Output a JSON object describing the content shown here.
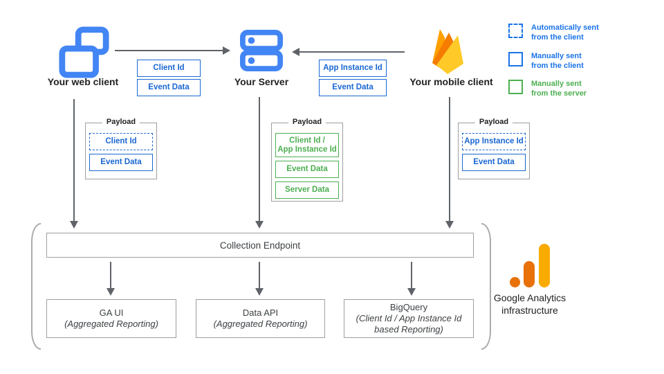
{
  "diagram": {
    "clients": {
      "web": {
        "label": "Your web client"
      },
      "server": {
        "label": "Your Server"
      },
      "mobile": {
        "label": "Your mobile client"
      }
    },
    "flows": {
      "web_to_server": {
        "tags": [
          {
            "label": "Client Id",
            "style": "solid-blue"
          },
          {
            "label": "Event Data",
            "style": "solid-blue"
          }
        ]
      },
      "mobile_to_server": {
        "tags": [
          {
            "label": "App Instance Id",
            "style": "solid-blue"
          },
          {
            "label": "Event Data",
            "style": "solid-blue"
          }
        ]
      }
    },
    "payloads": [
      {
        "title": "Payload",
        "items": [
          {
            "label": "Client Id",
            "style": "dashed-blue"
          },
          {
            "label": "Event Data",
            "style": "solid-blue"
          }
        ]
      },
      {
        "title": "Payload",
        "items": [
          {
            "label": "Client Id /\nApp Instance Id",
            "style": "solid-green"
          },
          {
            "label": "Event Data",
            "style": "solid-green"
          },
          {
            "label": "Server Data",
            "style": "solid-green"
          }
        ]
      },
      {
        "title": "Payload",
        "items": [
          {
            "label": "App Instance Id",
            "style": "dashed-blue"
          },
          {
            "label": "Event Data",
            "style": "solid-blue"
          }
        ]
      }
    ],
    "legend": [
      {
        "swatch": "dashed-blue",
        "text": "Automatically sent\nfrom the client"
      },
      {
        "swatch": "solid-blue",
        "text": "Manually sent\nfrom the client"
      },
      {
        "swatch": "solid-green",
        "text": "Manually sent\nfrom the server"
      }
    ],
    "infrastructure": {
      "endpoint_label": "Collection Endpoint",
      "outputs": [
        {
          "title": "GA UI",
          "subtitle": "(Aggregated Reporting)"
        },
        {
          "title": "Data API",
          "subtitle": "(Aggregated Reporting)"
        },
        {
          "title": "BigQuery",
          "subtitle": "(Client Id / App Instance Id\nbased Reporting)"
        }
      ],
      "brand_label": "Google Analytics\ninfrastructure"
    },
    "colors": {
      "blue": "#1A73E8",
      "green": "#4CAF50",
      "icon_blue": "#4285F4",
      "arrow": "#5F6368",
      "firebase_yellow": "#FFCA28",
      "firebase_orange": "#F57C00",
      "firebase_amber": "#FFA000",
      "ga_orange": "#E8710A",
      "ga_amber": "#F9AB00",
      "box_border": "#9E9E9E"
    }
  }
}
